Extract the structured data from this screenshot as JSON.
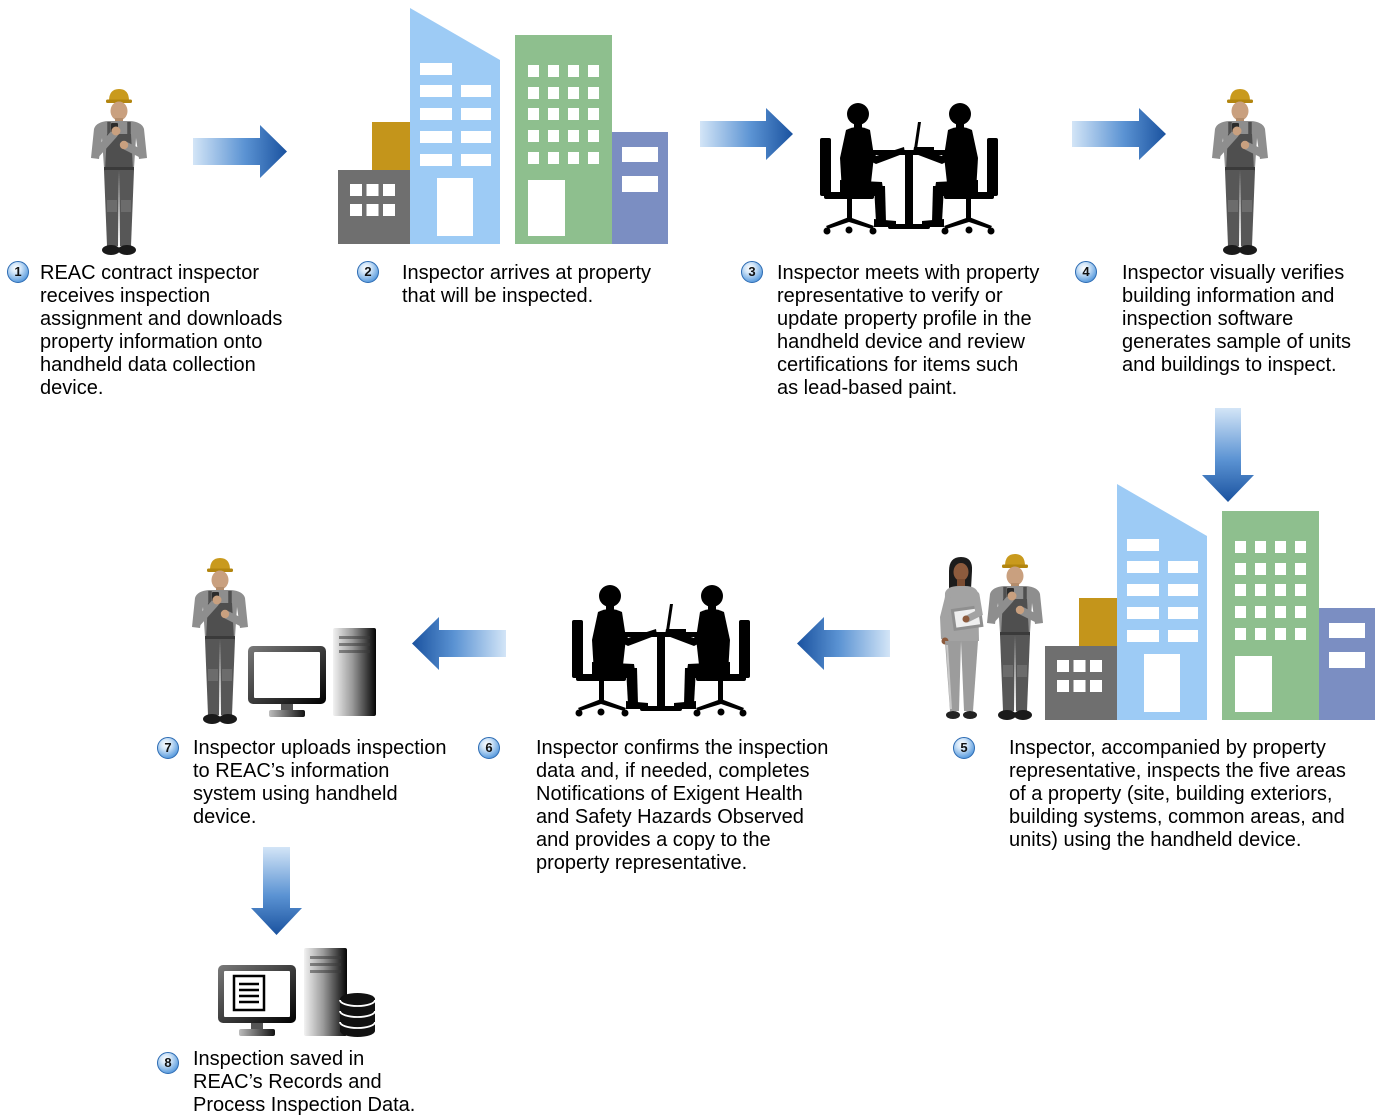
{
  "steps": [
    {
      "number": "1",
      "illustration": [
        "inspector-icon"
      ],
      "lines": [
        "REAC contract inspector",
        "receives inspection",
        "assignment and downloads",
        "property information onto",
        "handheld data collection",
        "device."
      ]
    },
    {
      "number": "2",
      "illustration": [
        "buildings-icon"
      ],
      "lines": [
        "Inspector arrives at property",
        "that will be inspected."
      ]
    },
    {
      "number": "3",
      "illustration": [
        "meeting-icon",
        "laptop-icon"
      ],
      "lines": [
        "Inspector meets with property",
        "representative to verify or",
        "update property profile in the",
        "handheld device and review",
        "certifications for items such",
        "as lead-based paint."
      ]
    },
    {
      "number": "4",
      "illustration": [
        "inspector-icon"
      ],
      "lines": [
        "Inspector visually verifies",
        "building information and",
        "inspection software",
        "generates sample of units",
        "and buildings to inspect."
      ]
    },
    {
      "number": "5",
      "illustration": [
        "representative-icon",
        "inspector-icon",
        "buildings-icon"
      ],
      "lines": [
        "Inspector, accompanied by property",
        "representative, inspects the five areas",
        "of a property (site, building exteriors,",
        "building systems, common areas, and",
        "units) using the handheld device."
      ]
    },
    {
      "number": "6",
      "illustration": [
        "meeting-icon",
        "laptop-icon"
      ],
      "lines": [
        "Inspector confirms the inspection",
        "data and, if needed, completes",
        "Notifications of Exigent Health",
        "and Safety Hazards Observed",
        "and provides a copy to the",
        "property representative."
      ]
    },
    {
      "number": "7",
      "illustration": [
        "inspector-icon",
        "monitor-icon",
        "computer-tower-icon"
      ],
      "lines": [
        "Inspector uploads inspection",
        "to REAC’s information",
        "system using handheld",
        "device."
      ]
    },
    {
      "number": "8",
      "illustration": [
        "document-monitor-icon",
        "computer-tower-icon",
        "database-icon"
      ],
      "lines": [
        "Inspection saved in",
        "REAC’s Records and",
        "Process Inspection Data."
      ]
    }
  ],
  "connectors": [
    "arrow-right-icon",
    "arrow-right-icon",
    "arrow-right-icon",
    "arrow-down-icon",
    "arrow-left-icon",
    "arrow-left-icon",
    "arrow-down-icon"
  ],
  "colors": {
    "arrow_dark": "#1a529f",
    "arrow_light": "#d3e5f7",
    "badge_blue": "#4b8fd8",
    "building_blue": "#9dcbf5",
    "building_green": "#8ebf8e",
    "building_gold": "#c4951b",
    "building_gray": "#6f6f6f",
    "building_purple": "#7b8ec2",
    "hard_hat": "#c99a1d"
  }
}
